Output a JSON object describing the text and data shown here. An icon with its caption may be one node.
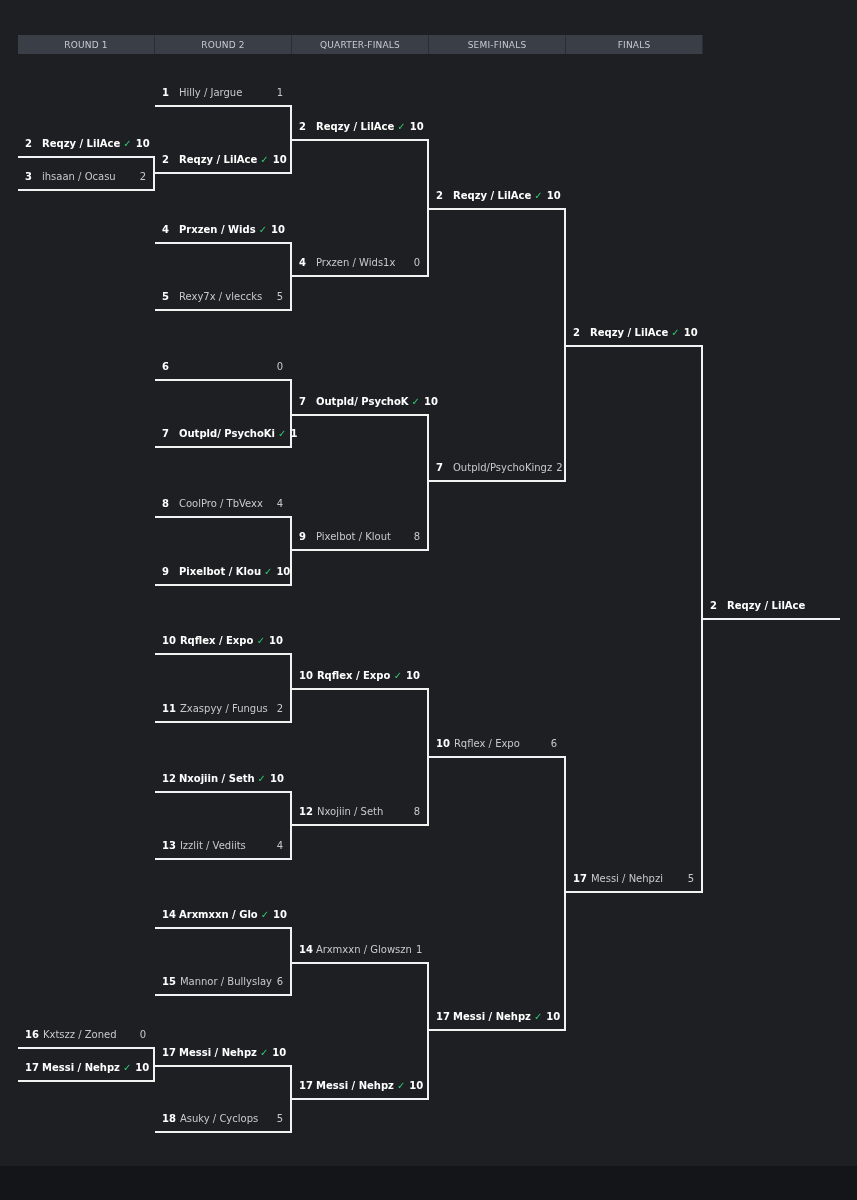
{
  "diagram": {
    "nodes": [
      {
        "text": [
          "2",
          "Reqzy / LilAce",
          "✓",
          "10"
        ]
      },
      {
        "text": [
          "3",
          "ihsaan / Ocasu",
          "2"
        ]
      },
      {
        "text": [
          "16",
          "Kxtszz / Zoned",
          "0"
        ]
      },
      {
        "text": [
          "17",
          "Messi / Nehpz",
          "✓",
          "10"
        ]
      },
      {
        "text": [
          "1",
          "Hilly / Jargue",
          "1"
        ]
      },
      {
        "text": [
          "2",
          "Reqzy / LilAce",
          "✓",
          "10"
        ]
      },
      {
        "text": [
          "4",
          "Prxzen / Wids",
          "✓",
          "10"
        ]
      },
      {
        "text": [
          "5",
          "Rexy7x / vleccks",
          "5"
        ]
      },
      {
        "text": [
          "6",
          "0"
        ]
      },
      {
        "text": [
          "7",
          "Outpld/ PsychoKi",
          "✓",
          "1"
        ]
      },
      {
        "text": [
          "8",
          "CoolPro / TbVexx",
          "4"
        ]
      },
      {
        "text": [
          "9",
          "Pixelbot / Klou",
          "✓",
          "10"
        ]
      },
      {
        "text": [
          "10",
          "Rqflex / Expo",
          "✓",
          "10"
        ]
      },
      {
        "text": [
          "11",
          "Zxaspyy / Fungus",
          "2"
        ]
      },
      {
        "text": [
          "12",
          "Nxojiin / Seth",
          "✓",
          "10"
        ]
      },
      {
        "text": [
          "13",
          "Izzlit / Vediits",
          "4"
        ]
      },
      {
        "text": [
          "14",
          "Arxmxxn / Glo",
          "✓",
          "10"
        ]
      },
      {
        "text": [
          "15",
          "Mannor / Bullyslay",
          "6"
        ]
      },
      {
        "text": [
          "17",
          "Messi / Nehpz",
          "✓",
          "10"
        ]
      },
      {
        "text": [
          "18",
          "Asuky / Cyclops",
          "5"
        ]
      },
      {
        "text": [
          "2",
          "Reqzy / LilAce",
          "✓",
          "10"
        ]
      },
      {
        "text": [
          "4",
          "Prxzen / Wids1x",
          "0"
        ]
      },
      {
        "text": [
          "7",
          "Outpld/ PsychoK",
          "✓",
          "10"
        ]
      },
      {
        "text": [
          "9",
          "Pixelbot / Klout",
          "8"
        ]
      },
      {
        "text": [
          "10",
          "Rqflex / Expo",
          "✓",
          "10"
        ]
      },
      {
        "text": [
          "12",
          "Nxojiin / Seth",
          "8"
        ]
      },
      {
        "text": [
          "14",
          "Arxmxxn / Glowszn",
          "1"
        ]
      },
      {
        "text": [
          "17",
          "Messi / Nehpz",
          "✓",
          "10"
        ]
      },
      {
        "text": [
          "2",
          "Reqzy / LilAce",
          "✓",
          "10"
        ]
      },
      {
        "text": [
          "7",
          "Outpld/PsychoKingz",
          "2"
        ]
      },
      {
        "text": [
          "10",
          "Rqflex / Expo",
          "6"
        ]
      },
      {
        "text": [
          "17",
          "Messi / Nehpz",
          "✓",
          "10"
        ]
      },
      {
        "text": [
          "2",
          "Reqzy / LilAce",
          "✓",
          "10"
        ]
      },
      {
        "text": [
          "17",
          "Messi / Nehpzi",
          "5"
        ]
      },
      {
        "text": [
          "2",
          "Reqzy / LilAce"
        ]
      }
    ],
    "edges": [
      {
        "from": 0,
        "to": 5,
        "arrow": "none"
      },
      {
        "from": 1,
        "to": 5,
        "arrow": "none"
      },
      {
        "from": 2,
        "to": 18,
        "arrow": "none"
      },
      {
        "from": 3,
        "to": 18,
        "arrow": "none"
      },
      {
        "from": 4,
        "to": 20,
        "arrow": "none"
      },
      {
        "from": 5,
        "to": 20,
        "arrow": "none"
      },
      {
        "from": 6,
        "to": 21,
        "arrow": "none"
      },
      {
        "from": 7,
        "to": 21,
        "arrow": "none"
      },
      {
        "from": 8,
        "to": 22,
        "arrow": "none"
      },
      {
        "from": 9,
        "to": 22,
        "arrow": "none"
      },
      {
        "from": 10,
        "to": 23,
        "arrow": "none"
      },
      {
        "from": 11,
        "to": 23,
        "arrow": "none"
      },
      {
        "from": 12,
        "to": 24,
        "arrow": "none"
      },
      {
        "from": 13,
        "to": 24,
        "arrow": "none"
      },
      {
        "from": 14,
        "to": 25,
        "arrow": "none"
      },
      {
        "from": 15,
        "to": 25,
        "arrow": "none"
      },
      {
        "from": 16,
        "to": 26,
        "arrow": "none"
      },
      {
        "from": 17,
        "to": 26,
        "arrow": "none"
      },
      {
        "from": 18,
        "to": 27,
        "arrow": "none"
      },
      {
        "from": 19,
        "to": 27,
        "arrow": "none"
      },
      {
        "from": 20,
        "to": 28,
        "arrow": "none"
      },
      {
        "from": 21,
        "to": 28,
        "arrow": "none"
      },
      {
        "from": 22,
        "to": 29,
        "arrow": "none"
      },
      {
        "from": 23,
        "to": 29,
        "arrow": "none"
      },
      {
        "from": 24,
        "to": 30,
        "arrow": "none"
      },
      {
        "from": 25,
        "to": 30,
        "arrow": "none"
      },
      {
        "from": 26,
        "to": 31,
        "arrow": "none"
      },
      {
        "from": 27,
        "to": 31,
        "arrow": "none"
      },
      {
        "from": 28,
        "to": 32,
        "arrow": "none"
      },
      {
        "from": 29,
        "to": 32,
        "arrow": "none"
      },
      {
        "from": 30,
        "to": 33,
        "arrow": "none"
      },
      {
        "from": 31,
        "to": 33,
        "arrow": "none"
      },
      {
        "from": 32,
        "to": 34,
        "arrow": "none"
      },
      {
        "from": 33,
        "to": 34,
        "arrow": "none"
      }
    ],
    "labels": [
      "ROUND 1",
      "ROUND 2",
      "QUARTER-FINALS",
      "SEMI-FINALS",
      "FINALS"
    ]
  }
}
